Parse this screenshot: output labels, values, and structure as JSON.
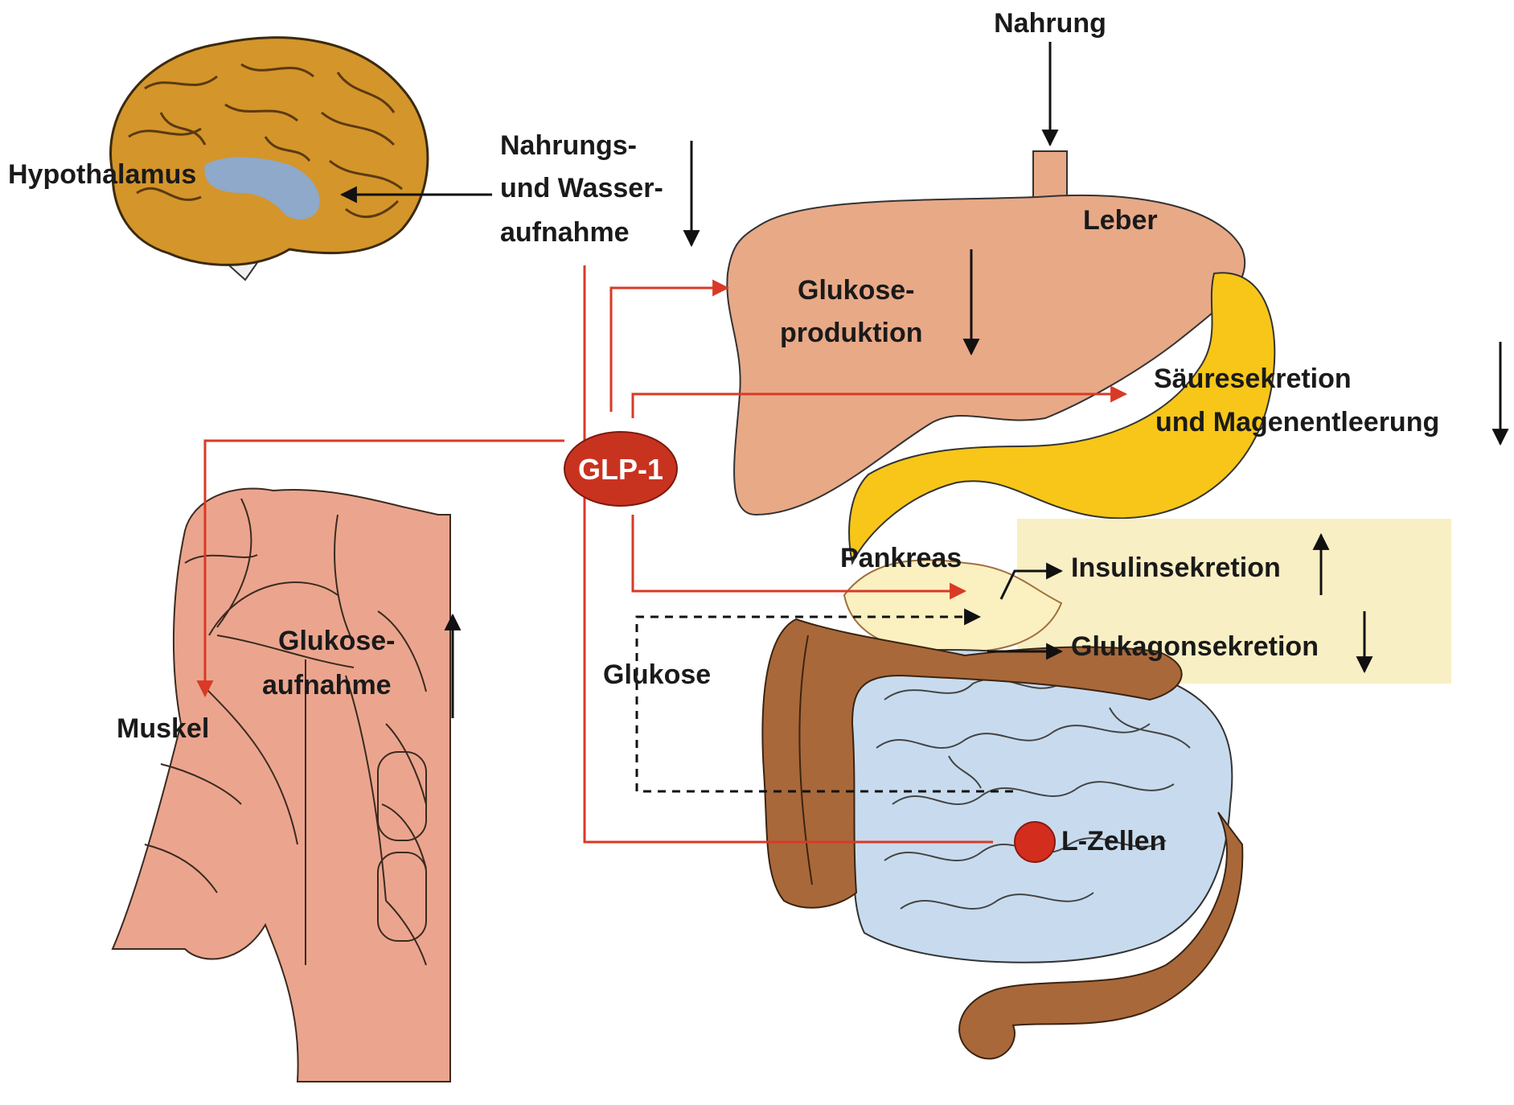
{
  "labels": {
    "nahrung": "Nahrung",
    "hypothalamus": "Hypothalamus",
    "intake_line1": "Nahrungs-",
    "intake_line2": "und Wasser-",
    "intake_line3": "aufnahme",
    "leber": "Leber",
    "glucose_prod_line1": "Glukose-",
    "glucose_prod_line2": "produktion",
    "acid_line1": "Säuresekretion",
    "acid_line2": "und Magenentleerung",
    "glp1": "GLP-1",
    "pankreas": "Pankreas",
    "insulin": "Insulinsekretion",
    "glukagon": "Glukagonsekretion",
    "glukose": "Glukose",
    "uptake_line1": "Glukose-",
    "uptake_line2": "aufnahme",
    "muskel": "Muskel",
    "lzellen": "L-Zellen"
  },
  "effects": {
    "food_water_intake": "down",
    "glucose_production": "down",
    "acid_secretion_gastric_emptying": "down",
    "insulin_secretion": "up",
    "glucagon_secretion": "down",
    "muscle_glucose_uptake": "up"
  },
  "colors": {
    "brain": "#d4952a",
    "hypothalamus": "#8ea9c9",
    "liver": "#e8a987",
    "stomach": "#f7c619",
    "colon": "#a9683a",
    "small_intestine": "#c8dbee",
    "muscle": "#eba58e",
    "pancreas_zone": "#fbf0c0",
    "glp1": "#c8331f",
    "signal": "#d83a26"
  }
}
